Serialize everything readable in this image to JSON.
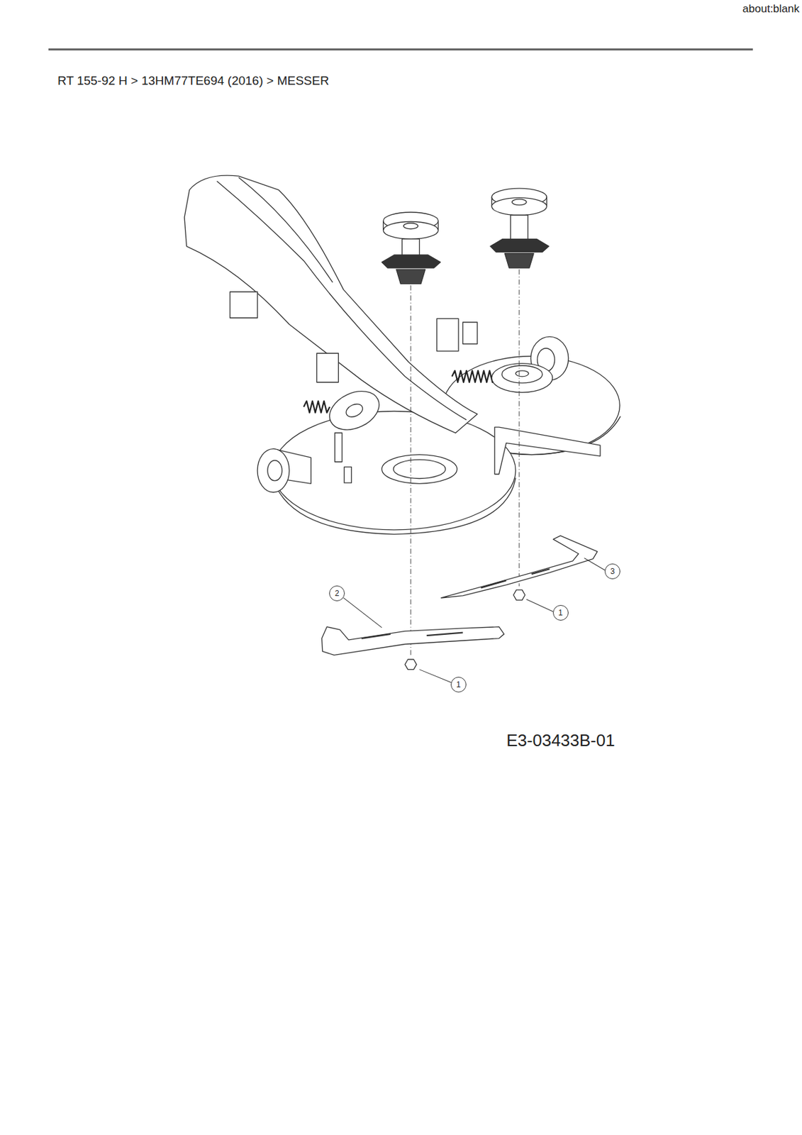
{
  "diagram": {
    "title": "RT 155-92 H > 13HM77TE694 (2016) > MESSER",
    "labels": [
      "about:blank",
      "3",
      "2",
      "1",
      "1",
      "E3-03433B-01"
    ]
  }
}
